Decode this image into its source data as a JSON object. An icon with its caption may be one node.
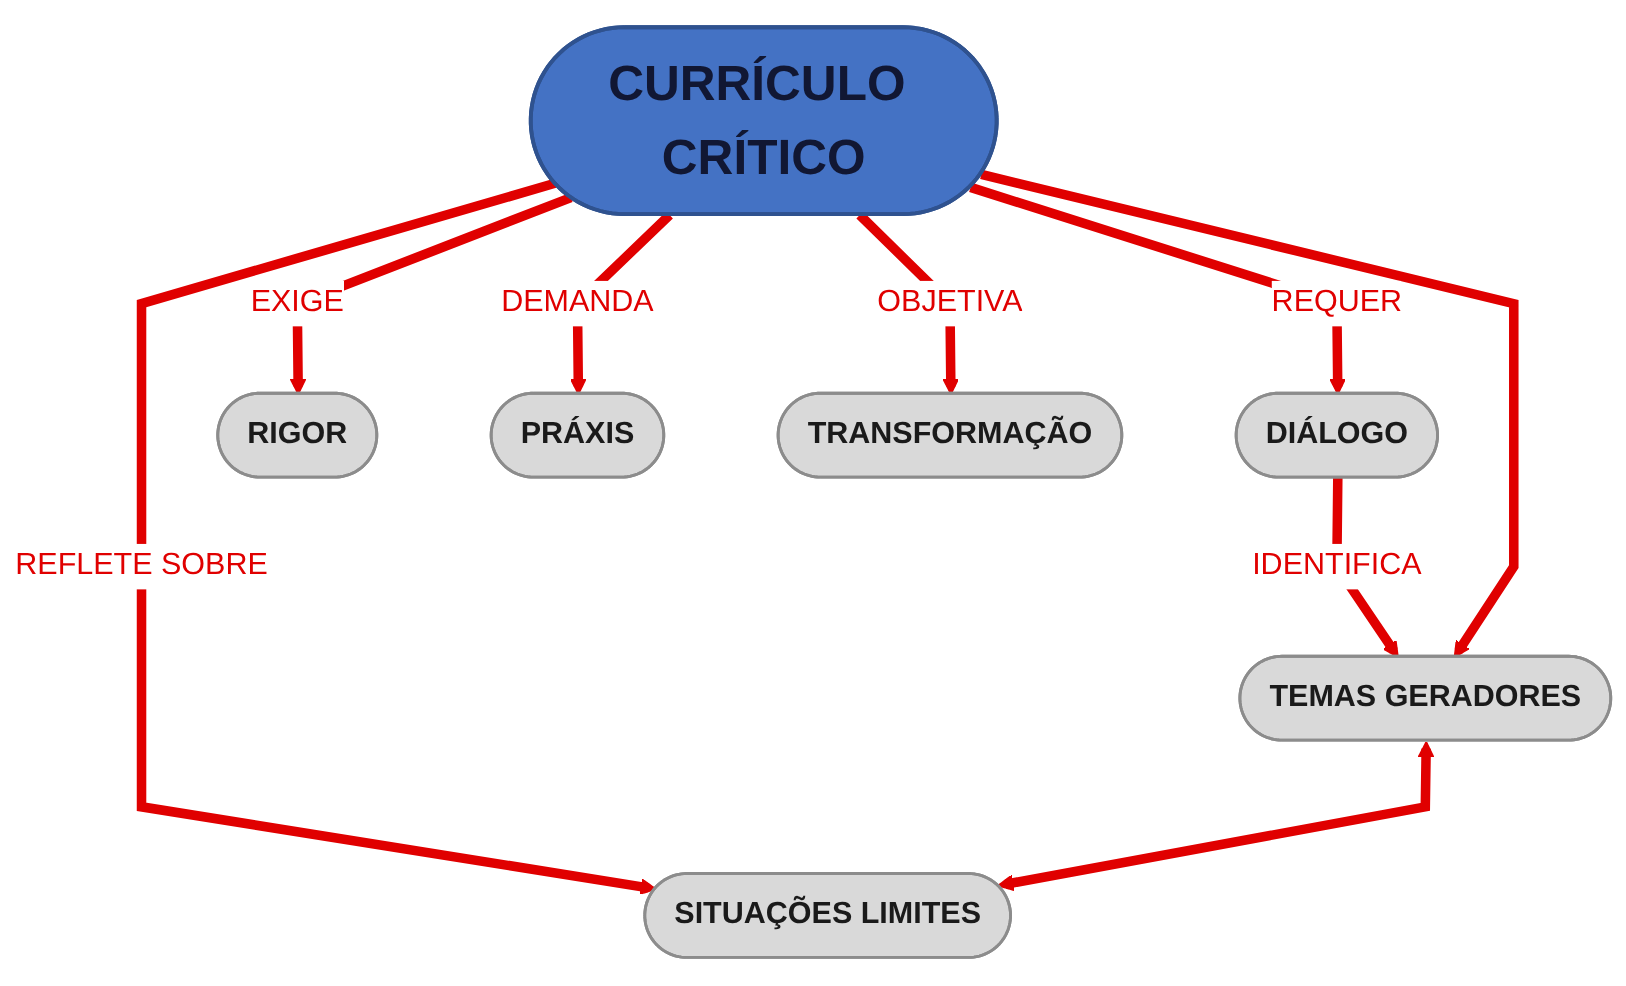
{
  "diagram": {
    "nodes": [
      {
        "text": [
          "DIÁLOGO"
        ]
      },
      {
        "text": [
          "RIGOR"
        ]
      },
      {
        "text": [
          "TEMAS GERADORES"
        ]
      },
      {
        "text": [
          "CURRÍCULO CRÍTICO"
        ]
      },
      {
        "text": [
          "SITUAÇÕES LIMITES"
        ]
      },
      {
        "text": [
          "PRÁXIS"
        ]
      },
      {
        "text": [
          "TRANSFORMAÇÃO"
        ]
      }
    ],
    "edges": [
      {
        "from": 3,
        "to": 0,
        "arrow": "to",
        "label": "REQUER"
      },
      {
        "from": 3,
        "to": 1,
        "arrow": "to",
        "label": "EXIGE"
      },
      {
        "from": 0,
        "to": 2,
        "arrow": "to",
        "label": "IDENTIFICA"
      },
      {
        "from": 3,
        "to": 2,
        "arrow": "to"
      },
      {
        "from": 3,
        "to": 4,
        "arrow": "to",
        "label": "REFLETE SOBRE"
      },
      {
        "from": 2,
        "to": 4,
        "arrow": "both"
      },
      {
        "from": 3,
        "to": 5,
        "arrow": "to",
        "label": "DEMANDA"
      },
      {
        "from": 3,
        "to": 6,
        "arrow": "to",
        "label": "OBJETIVA"
      }
    ]
  }
}
